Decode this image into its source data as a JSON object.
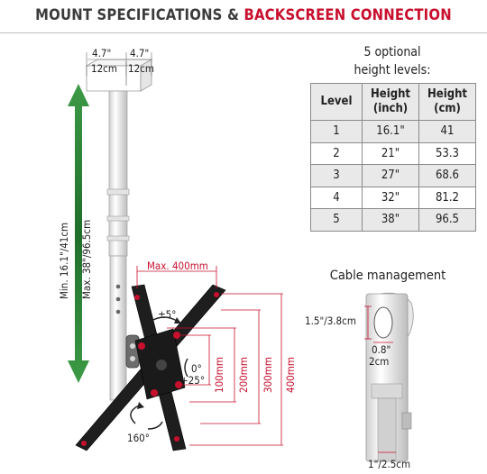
{
  "header": {
    "title_left": "MOUNT SPECIFICATIONS &",
    "title_right": "BACKSCREEN CONNECTION",
    "colors": {
      "dark": "#3b3b3b",
      "accent": "#c8102e",
      "arrow": "#2e8b3a"
    }
  },
  "plate": {
    "width_in_left": "4.7\"",
    "width_in_right": "4.7\"",
    "width_cm_left": "12cm",
    "width_cm_right": "12cm"
  },
  "height_range": {
    "min": "Min. 16.1\"/41cm",
    "max": "Max. 38\"/96.5cm"
  },
  "vesa": {
    "max_width": "Max. 400mm",
    "heights": [
      "100mm",
      "200mm",
      "300mm",
      "400mm"
    ],
    "rotation": "±5°",
    "tilt_top": "0°",
    "tilt_bottom": "+25°",
    "swivel": "160°"
  },
  "levels_table": {
    "heading_line1": "5 optional",
    "heading_line2": "height levels:",
    "headers": {
      "level": "Level",
      "inch_top": "Height",
      "inch_bottom": "(inch)",
      "cm_top": "Height",
      "cm_bottom": "(cm)"
    },
    "rows": [
      {
        "level": "1",
        "inch": "16.1\"",
        "cm": "41"
      },
      {
        "level": "2",
        "inch": "21\"",
        "cm": "53.3"
      },
      {
        "level": "3",
        "inch": "27\"",
        "cm": "68.6"
      },
      {
        "level": "4",
        "inch": "32\"",
        "cm": "81.2"
      },
      {
        "level": "5",
        "inch": "38\"",
        "cm": "96.5"
      }
    ]
  },
  "cable_management": {
    "title": "Cable management",
    "slot_length": "1.5\"/3.8cm",
    "slot_width_in": "0.8\"",
    "slot_width_cm": "2cm",
    "tube_diameter": "1\"/2.5cm"
  }
}
